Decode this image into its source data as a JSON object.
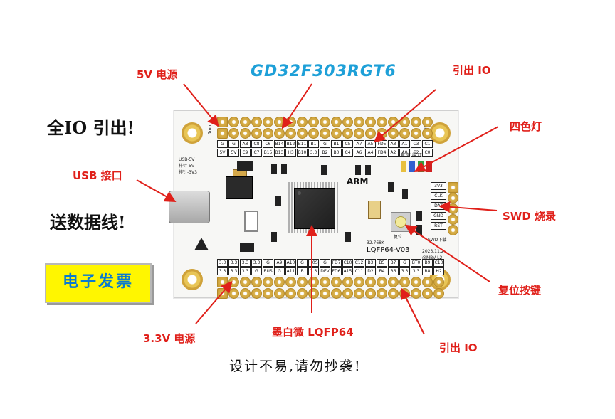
{
  "title": "GD32F303RGT6",
  "annotations": {
    "power_5v": "5V 电源",
    "pin_out_top": "引出 IO",
    "rgb_led": "四色灯",
    "usb_port": "USB 接口",
    "swd": "SWD 烧录",
    "reset": "复位按键",
    "power_3v3": "3.3V 电源",
    "mcu": "墨白微 LQFP64",
    "pin_out_bottom": "引出 IO"
  },
  "handwriting": {
    "all_io": "全IO 引出!",
    "data_cable": "送数据线!",
    "footer": "设计不易,请勿抄袭!"
  },
  "badge": "电子发票",
  "board": {
    "top_labels": [
      "G",
      "G",
      "A8",
      "C8",
      "C6",
      "B14",
      "B12",
      "B11",
      "B1",
      "G",
      "B1",
      "C5",
      "A7",
      "A5",
      "FD5",
      "A3",
      "A1",
      "C3",
      "C1"
    ],
    "top_labels2": [
      "5V",
      "5V",
      "C9",
      "C7",
      "B15",
      "B13",
      "H3",
      "B10",
      "3.3",
      "B2",
      "B0",
      "C4",
      "A6",
      "A4",
      "FD4",
      "A2",
      "A0",
      "C2",
      "C0"
    ],
    "bottom_labels": [
      "3.3",
      "3.3",
      "3.3",
      "3.3",
      "G",
      "A9",
      "A10",
      "G",
      "H0S",
      "G",
      "FD7",
      "C10",
      "C12",
      "B3",
      "B5",
      "B7",
      "G",
      "BT0",
      "B9",
      "C13"
    ],
    "bottom_labels2": [
      "3.3",
      "3.3",
      "3.3",
      "G",
      "BUS",
      "G",
      "A11",
      "B",
      "3.3",
      "DEV",
      "FD6",
      "A15",
      "C11",
      "D2",
      "B4",
      "B6",
      "3.3",
      "3.3",
      "B8",
      "H2"
    ],
    "swd_pins": [
      "3V3",
      "CLK",
      "DAT",
      "GND",
      "RST"
    ],
    "usb_text": [
      "USB-5V",
      "排针-5V",
      "排针-3V3"
    ],
    "arm_text": "ARM",
    "version": "LQFP64-V03",
    "date": "2023.11.2",
    "maker": "@MBV L2",
    "crystal": "32.768K",
    "reset_text": "复位",
    "swd_text": "SWD下载",
    "led_text": "黄 蓝 绿 红",
    "mm_text": "3mm"
  },
  "colors": {
    "accent": "#e0201a",
    "title": "#1ea0d8",
    "badge_bg": "#fff600",
    "badge_text": "#0a7ad0"
  }
}
